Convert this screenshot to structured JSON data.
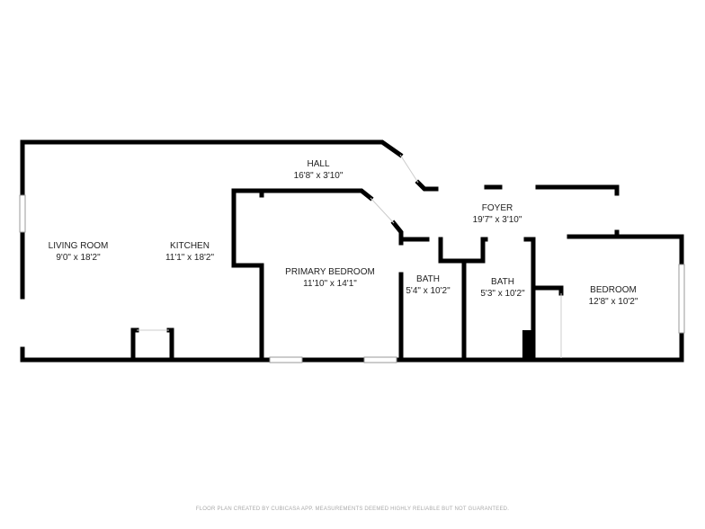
{
  "rooms": [
    {
      "name": "LIVING ROOM",
      "dims": "9'0\" x 18'2\""
    },
    {
      "name": "KITCHEN",
      "dims": "11'1\" x 18'2\""
    },
    {
      "name": "HALL",
      "dims": "16'8\" x 3'10\""
    },
    {
      "name": "PRIMARY BEDROOM",
      "dims": "11'10\" x 14'1\""
    },
    {
      "name": "FOYER",
      "dims": "19'7\" x 3'10\""
    },
    {
      "name": "BATH",
      "dims": "5'4\" x 10'2\""
    },
    {
      "name": "BATH",
      "dims": "5'3\" x 10'2\""
    },
    {
      "name": "BEDROOM",
      "dims": "12'8\" x 10'2\""
    }
  ],
  "footer": "FLOOR PLAN CREATED BY CUBICASA APP. MEASUREMENTS DEEMED HIGHLY RELIABLE BUT NOT GUARANTEED.",
  "colors": {
    "wall": "#000000",
    "text": "#222222",
    "footer": "#aaaaaa"
  }
}
